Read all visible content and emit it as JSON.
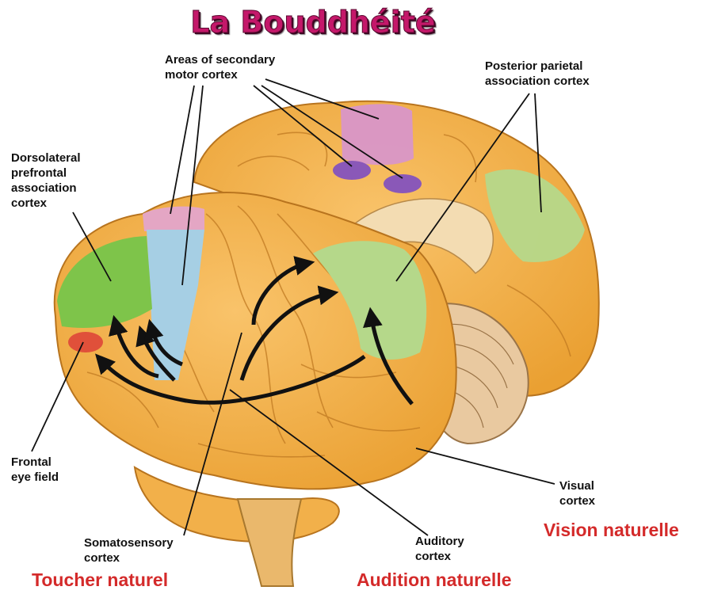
{
  "title": "La Bouddhéité",
  "labels": {
    "secondary_motor": [
      "Areas of secondary",
      "motor cortex"
    ],
    "posterior_parietal": [
      "Posterior parietal",
      "association cortex"
    ],
    "dorsolateral": [
      "Dorsolateral",
      "prefrontal",
      "association",
      "cortex"
    ],
    "frontal_eye": [
      "Frontal",
      "eye field"
    ],
    "somatosensory": [
      "Somatosensory",
      "cortex"
    ],
    "auditory": [
      "Auditory",
      "cortex"
    ],
    "visual": [
      "Visual",
      "cortex"
    ]
  },
  "captions": {
    "touch": "Toucher naturel",
    "hearing": "Audition naturelle",
    "vision": "Vision naturelle"
  },
  "colors": {
    "title": "#c4186a",
    "caption": "#d42a2a",
    "cortex": "#f2ac3c",
    "cortex_light": "#f8c874",
    "prefrontal_green": "#7ec44a",
    "association_green": "#b5d88a",
    "premotor_blue": "#a6cfe4",
    "motor_pink": "#d896c8",
    "motor_purple": "#8a58b8",
    "frontal_eye_red": "#e0503a",
    "cerebellum": "#e9c9a0"
  }
}
